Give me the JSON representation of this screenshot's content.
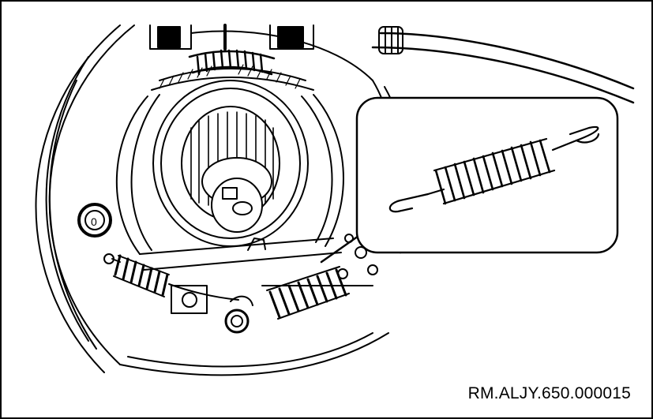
{
  "figure": {
    "reference_code": "RM.ALJY.650.000015",
    "colors": {
      "line": "#000000",
      "background": "#ffffff",
      "hatch": "#333333"
    },
    "parts": [
      "brake-backing-plate",
      "wheel-hub",
      "adjuster-spring",
      "return-spring",
      "retaining-bolt",
      "spring-detail-callout"
    ]
  }
}
